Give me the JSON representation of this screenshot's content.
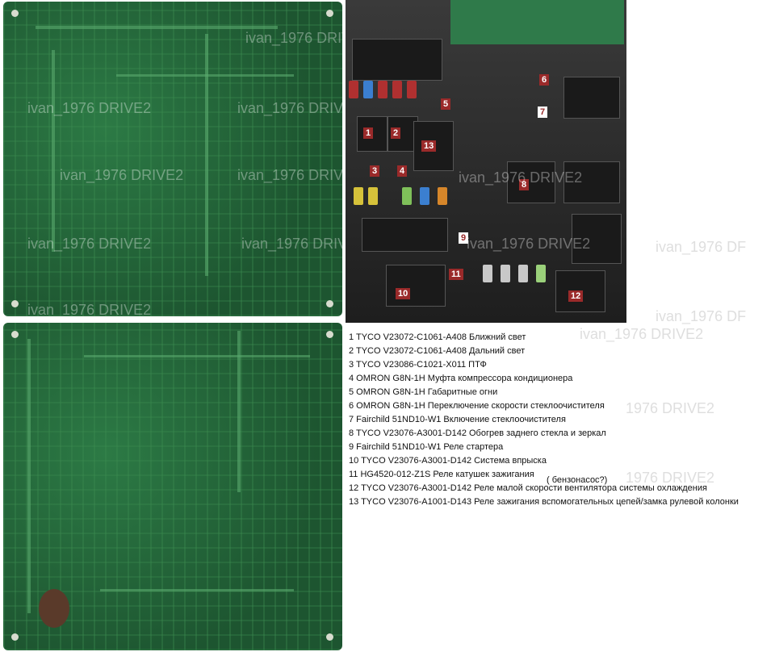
{
  "watermark": "ivan_1976 DRIVE2",
  "watermark_partial_1": "ivan_1976 DF",
  "watermark_partial_2": "1976 DRIVE2",
  "photo_labels": [
    "1",
    "2",
    "3",
    "4",
    "5",
    "6",
    "7",
    "8",
    "9",
    "10",
    "11",
    "12",
    "13"
  ],
  "relay_list": [
    "1 TYCO V23072-C1061-A408 Ближний свет",
    "2 TYCO V23072-C1061-A408 Дальний свет",
    "3 TYCO V23086-C1021-X011 ПТФ",
    "4 OMRON G8N-1H Муфта компрессора кондиционера",
    "5 OMRON G8N-1H Габаритные огни",
    "6 OMRON G8N-1H Переключение скорости стеклоочистителя",
    "7 Fairchild 51ND10-W1 Включение стеклоочистителя",
    "8 TYCO V23076-A3001-D142 Обогрев заднего стекла и зеркал",
    "9 Fairchild 51ND10-W1 Реле стартера",
    "10 TYCO V23076-A3001-D142 Система впрыска",
    "11 HG4520-012-Z1S Реле катушек зажигания",
    "12 TYCO V23076-A3001-D142 Реле малой скорости вентилятора системы охлаждения",
    "13 TYCO V23076-A1001-D143 Реле зажигания вспомогательных цепей/замка рулевой колонки"
  ],
  "relay_11_note": "( бензонасос?)",
  "colors": {
    "pcb_green": "#1f5a32",
    "label_red": "#9a2a2a",
    "box_dark": "#2b2b2b"
  }
}
